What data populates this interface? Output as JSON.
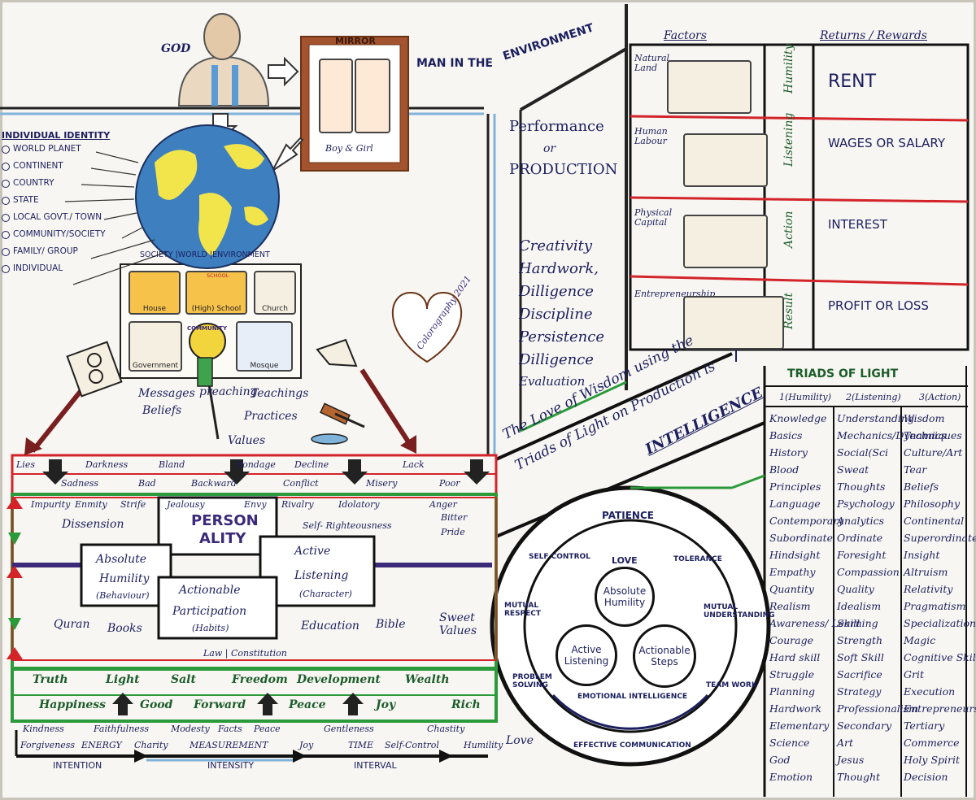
{
  "top": {
    "god_label": "GOD",
    "mirror_label": "MIRROR",
    "boy_girl_label": "Boy & Girl",
    "man_label": "MAN IN THE",
    "environment_label": "ENVIRONMENT"
  },
  "identity": {
    "heading": "INDIVIDUAL IDENTITY",
    "items": [
      "WORLD PLANET",
      "CONTINENT",
      "COUNTRY",
      "STATE",
      "LOCAL GOVT./ TOWN",
      "COMMUNITY/SOCIETY",
      "FAMILY/ GROUP",
      "INDIVIDUAL"
    ]
  },
  "society": {
    "heading": "SOCIETY |WORLD |ENVIRONMENT",
    "buildings": [
      "House",
      "(High) School",
      "Church",
      "Government",
      "COMMUNITY",
      "Mosque"
    ],
    "school_sign": "SCHOOL"
  },
  "signature": "Colorography 2021",
  "messages": {
    "messages": "Messages",
    "preaching": "preaching",
    "teachings": "Teachings",
    "beliefs": "Beliefs",
    "practices": "Practices",
    "values": "Values"
  },
  "negatives": {
    "row1": [
      "Lies",
      "Darkness",
      "Bland",
      "Bondage",
      "Decline",
      "Lack"
    ],
    "row2": [
      "Sadness",
      "Bad",
      "Backward",
      "Conflict",
      "Misery",
      "Poor"
    ]
  },
  "emotions": {
    "left": [
      "Impurity",
      "Enmity",
      "Strife",
      "Dissension"
    ],
    "middle": [
      "Jealousy",
      "Envy"
    ],
    "right": [
      "Rivalry",
      "Idolatory",
      "Self- Righteousness",
      "Anger",
      "Bitter",
      "Pride"
    ]
  },
  "personality": {
    "title_1": "PERSON",
    "title_2": "ALITY",
    "humility_1": "Absolute",
    "humility_2": "Humility",
    "humility_3": "(Behaviour)",
    "listening_1": "Active",
    "listening_2": "Listening",
    "listening_3": "(Character)",
    "participation_1": "Actionable",
    "participation_2": "Participation",
    "participation_3": "(Habits)"
  },
  "sources": {
    "quran": "Quran",
    "books": "Books",
    "education": "Education",
    "bible": "Bible",
    "sweet_values": "Sweet Values",
    "law": "Law | Constitution"
  },
  "positives": {
    "row1": [
      "Truth",
      "Light",
      "Salt",
      "Freedom",
      "Development",
      "Wealth"
    ],
    "row2": [
      "Happiness",
      "Good",
      "Forward",
      "Peace",
      "Joy",
      "Rich"
    ]
  },
  "virtues": {
    "row1": [
      "Kindness",
      "Faithfulness",
      "Modesty",
      "Facts",
      "Peace",
      "Gentleness",
      "Chastity"
    ],
    "row2": [
      "Forgiveness",
      "ENERGY",
      "Charity",
      "MEASUREMENT",
      "Joy",
      "TIME",
      "Self-Control",
      "Humility"
    ],
    "row3": [
      "INTENTION",
      "INTENSITY",
      "INTERVAL"
    ],
    "love": "Love"
  },
  "performance": {
    "line1": "Performance",
    "line2": "or",
    "line3": "PRODUCTION",
    "list": [
      "Creativity",
      "Hardwork,",
      "Dilligence",
      "Discipline",
      "Persistence",
      "Dilligence",
      "Evaluation"
    ]
  },
  "factors": {
    "head_factors": "Factors",
    "head_returns": "Returns / Rewards",
    "rows": [
      {
        "factor": "Natural Land",
        "virtue": "Humility",
        "reward": "RENT"
      },
      {
        "factor": "Human Labour",
        "virtue": "Listening",
        "reward": "WAGES OR SALARY"
      },
      {
        "factor": "Physical Capital",
        "virtue": "Action",
        "reward": "INTEREST"
      },
      {
        "factor": "Entrepreneurship",
        "virtue": "Result",
        "reward": "PROFIT OR LOSS"
      }
    ]
  },
  "wisdom": {
    "line1": "The Love of Wisdom using the",
    "line2": "Triads of Light on Production is",
    "line3": "INTELLIGENCE"
  },
  "ei_circle": {
    "outer": [
      "PATIENCE",
      "SELF CONTROL",
      "TOLERANCE",
      "MUTUAL RESPECT",
      "MUTUAL UNDERSTANDING",
      "PROBLEM SOLVING",
      "TEAM WORK",
      "EFFECTIVE COMMUNICATION"
    ],
    "love": "LOVE",
    "inner": [
      "Absolute Humility",
      "Active Listening",
      "Actionable Steps"
    ],
    "ei": "EMOTIONAL INTELLIGENCE"
  },
  "triads": {
    "title": "TRIADS OF LIGHT",
    "head": [
      "1(Humility)",
      "2(Listening)",
      "3(Action)"
    ],
    "col1": [
      "Knowledge",
      "Basics",
      "History",
      "Blood",
      "Principles",
      "Language",
      "Contemporary",
      "Subordinate",
      "Hindsight",
      "Empathy",
      "Quantity",
      "Realism",
      "Awareness/ Learning",
      "Courage",
      "Hard skill",
      "Struggle",
      "Planning",
      "Hardwork",
      "Elementary",
      "Science",
      "God",
      "Emotion"
    ],
    "col2": [
      "Understanding",
      "Mechanics/Dynamics",
      "Social(Sci",
      "Sweat",
      "Thoughts",
      "Psychology",
      "Analytics",
      "Ordinate",
      "Foresight",
      "Compassion",
      "Quality",
      "Idealism",
      "Skill",
      "Strength",
      "Soft Skill",
      "Sacrifice",
      "Strategy",
      "Professionalism",
      "Secondary",
      "Art",
      "Jesus",
      "Thought"
    ],
    "col3": [
      "Wisdom",
      "Techniques",
      "Culture/Art",
      "Tear",
      "Beliefs",
      "Philosophy",
      "Continental",
      "Superordinate",
      "Insight",
      "Altruism",
      "Relativity",
      "Pragmatism",
      "Specialization",
      "Magic",
      "Cognitive Skill",
      "Grit",
      "Execution",
      "Entrepreneurship",
      "Tertiary",
      "Commerce",
      "Holy Spirit",
      "Decision"
    ]
  }
}
